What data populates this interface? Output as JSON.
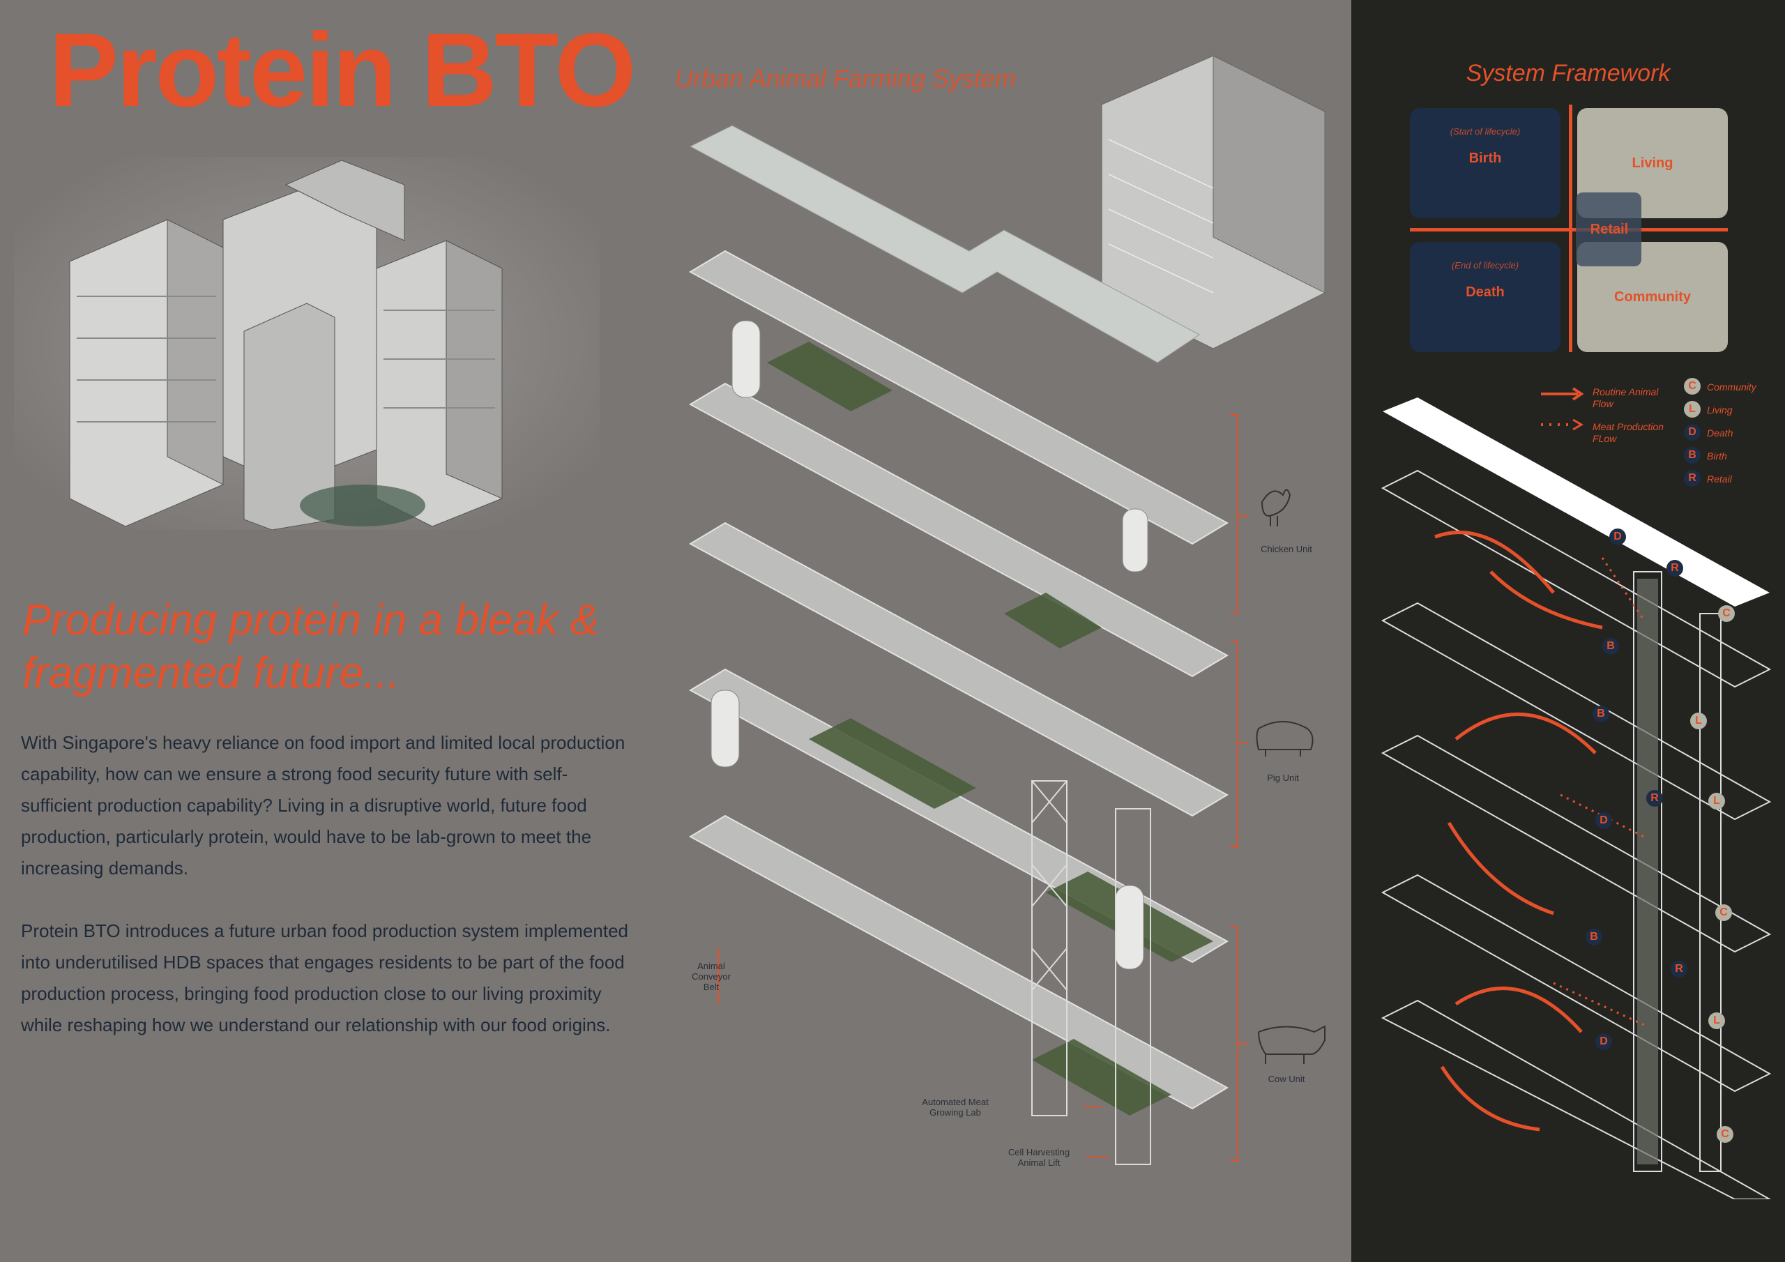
{
  "header": {
    "title": "Protein BTO",
    "subtitle": "Urban Animal Farming System"
  },
  "intro": {
    "headline": "Producing protein in a bleak & fragmented future...",
    "paragraphs": [
      "With Singapore's heavy reliance on food import and limited local production capability, how can we ensure a strong food security future with self-sufficient production capability? Living in a disruptive world, future food production, particularly protein, would have to be lab-grown to meet the increasing demands.",
      "Protein BTO introduces a future urban food production system implemented into underutilised HDB spaces that engages residents to be part of the food production process, bringing food production close to our living proximity while reshaping how we understand our relationship with our food origins."
    ]
  },
  "exploded_axo": {
    "units": [
      {
        "label": "Chicken Unit",
        "icon": "chicken-icon"
      },
      {
        "label": "Pig Unit",
        "icon": "pig-icon"
      },
      {
        "label": "Cow Unit",
        "icon": "cow-icon"
      }
    ],
    "callouts": {
      "conveyor": "Animal Conveyor Belt",
      "lab": "Automated Meat Growing Lab",
      "lift": "Cell Harvesting Animal Lift"
    }
  },
  "framework": {
    "title": "System Framework",
    "quadrants": {
      "birth": {
        "sub": "(Start of lifecycle)",
        "label": "Birth"
      },
      "living": {
        "label": "Living"
      },
      "death": {
        "sub": "(End of lifecycle)",
        "label": "Death"
      },
      "community": {
        "label": "Community"
      },
      "retail": {
        "label": "Retail"
      }
    },
    "legend": {
      "routine": "Routine Animal Flow",
      "meat": "Meat Production FLow",
      "keys": [
        {
          "letter": "C",
          "label": "Community"
        },
        {
          "letter": "L",
          "label": "Living"
        },
        {
          "letter": "D",
          "label": "Death"
        },
        {
          "letter": "B",
          "label": "Birth"
        },
        {
          "letter": "R",
          "label": "Retail"
        }
      ]
    },
    "diagram_badges": [
      "D",
      "R",
      "C",
      "B",
      "B",
      "L",
      "R",
      "L",
      "D",
      "C",
      "B",
      "R",
      "L",
      "D",
      "C"
    ]
  },
  "colors": {
    "accent": "#e4512a",
    "background": "#7a7674",
    "panel": "#232320",
    "navy": "#1c2d45",
    "sage": "#b3b2a4"
  }
}
